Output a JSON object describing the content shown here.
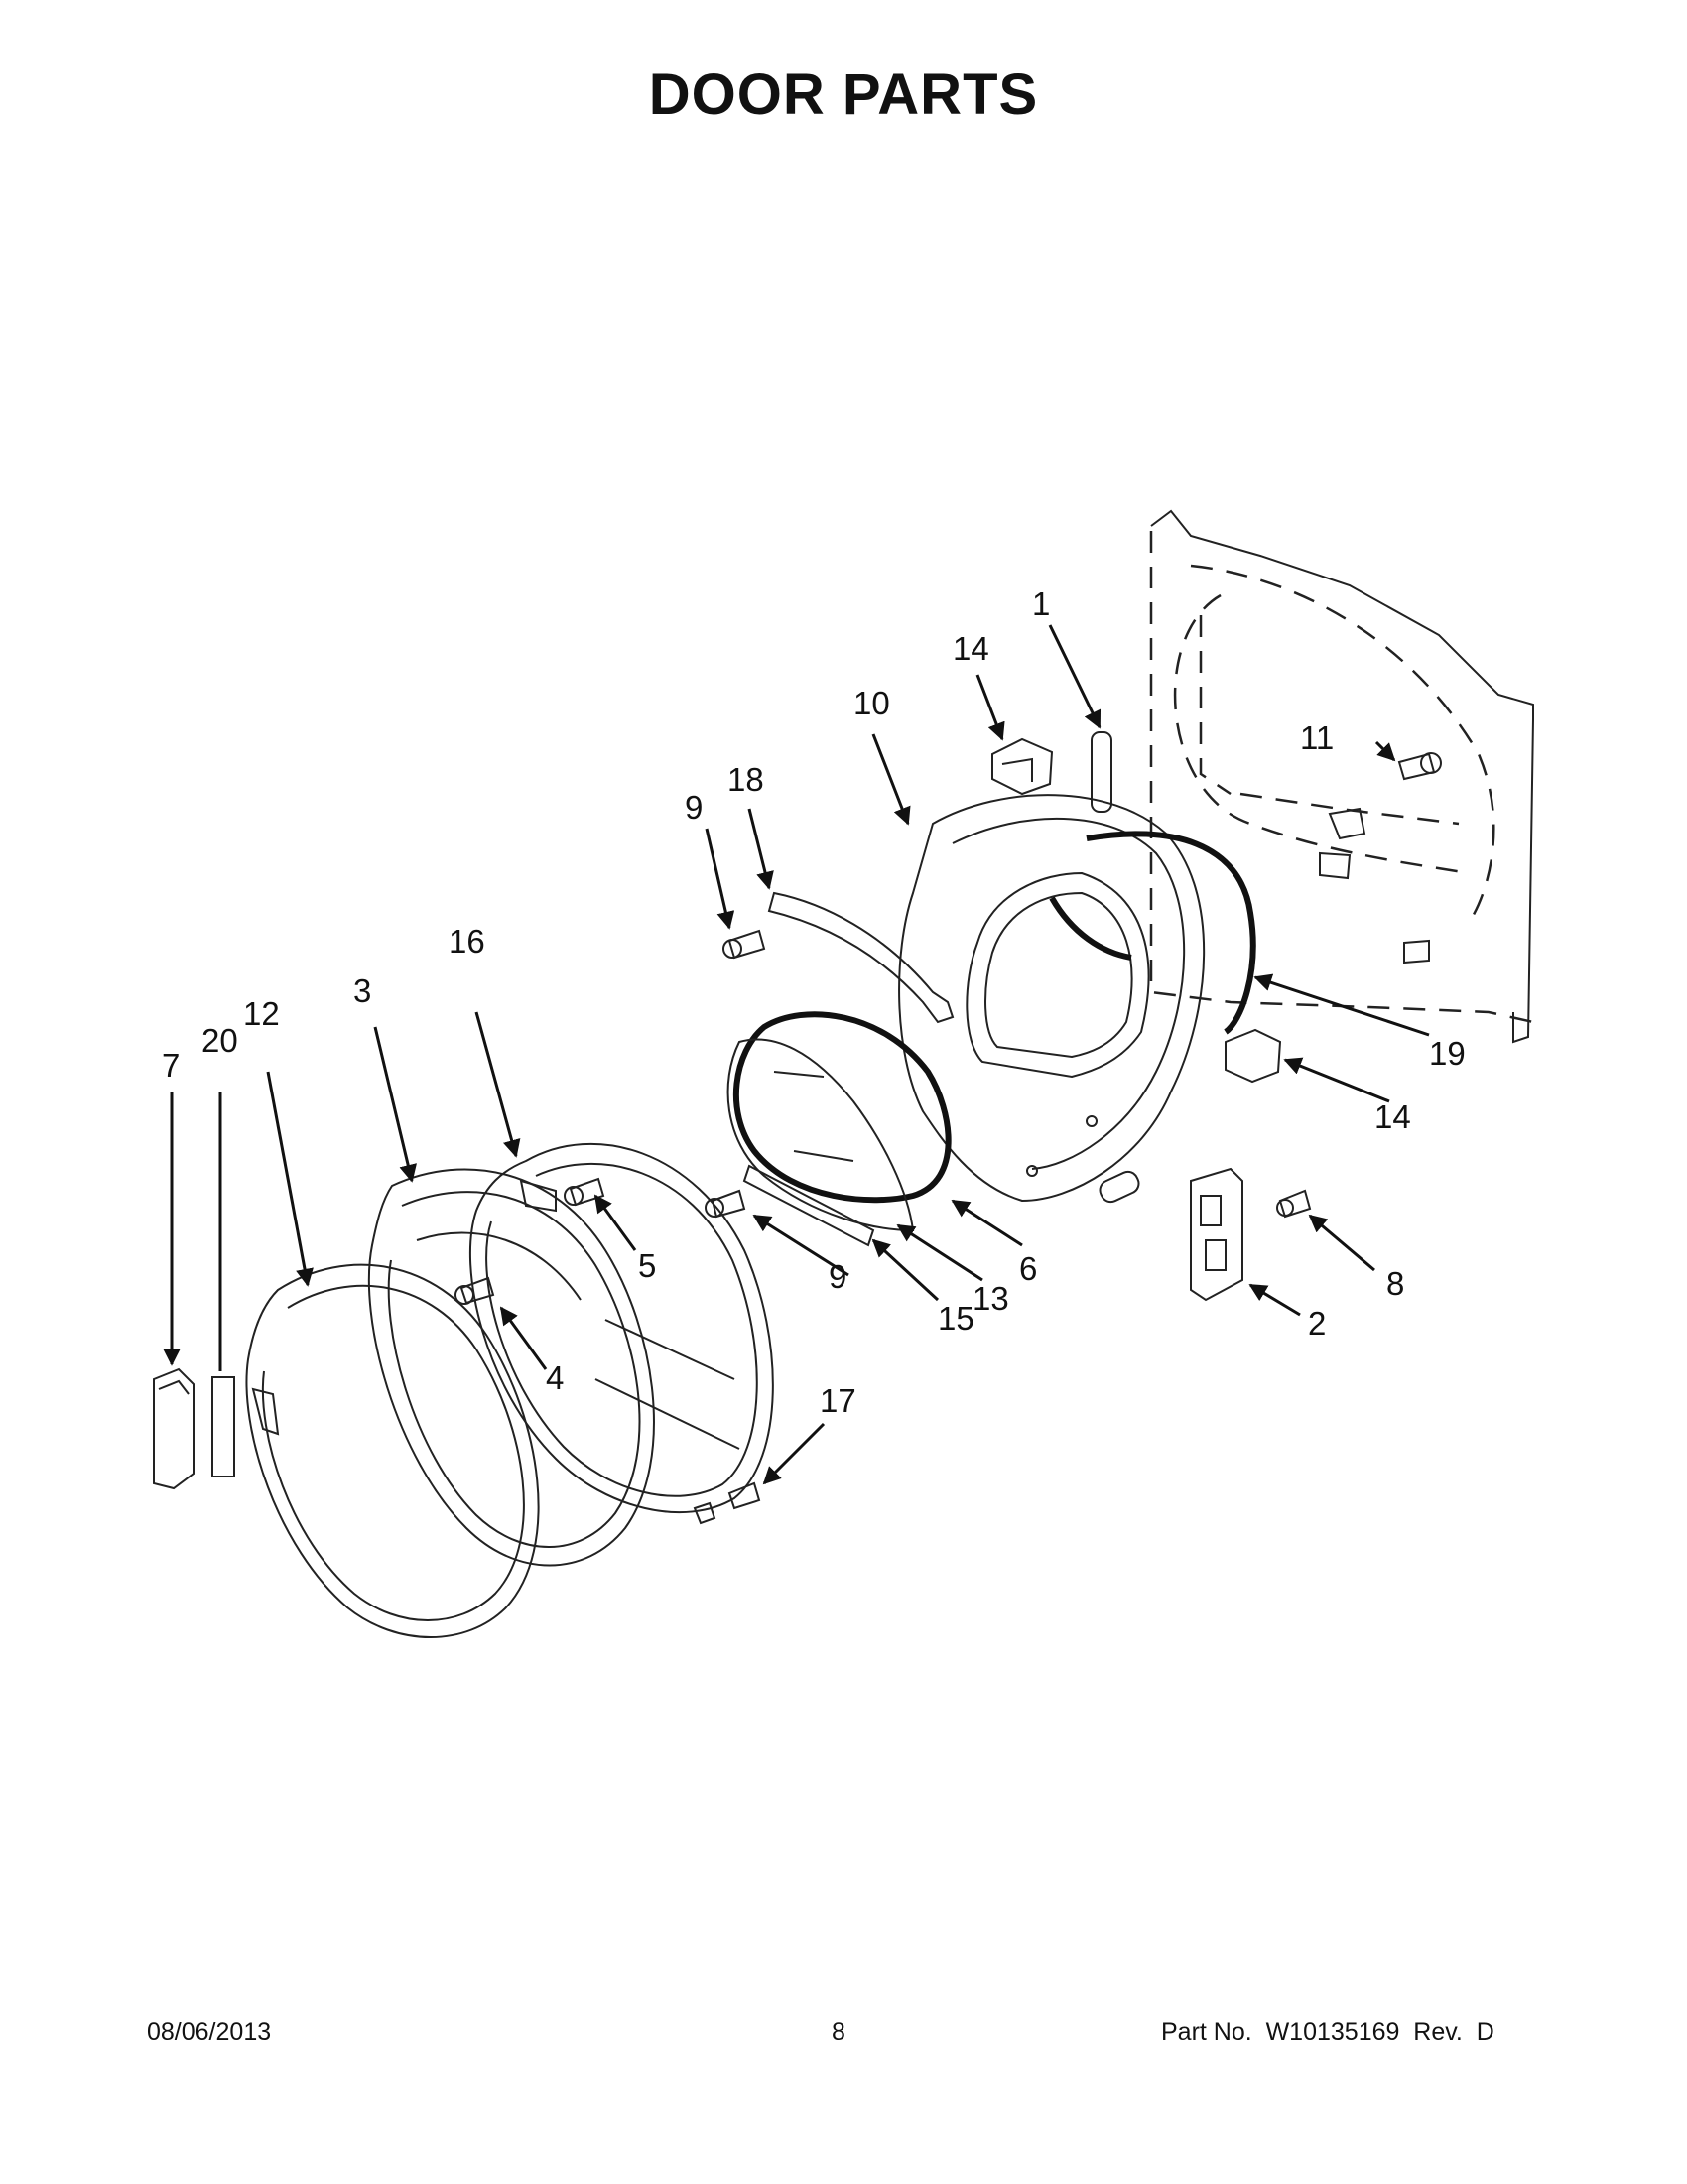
{
  "title": "DOOR PARTS",
  "callouts": [
    "1",
    "2",
    "3",
    "4",
    "5",
    "6",
    "7",
    "8",
    "9",
    "9",
    "10",
    "11",
    "12",
    "13",
    "14",
    "14",
    "15",
    "16",
    "17",
    "18",
    "19",
    "20"
  ],
  "footer": {
    "date": "08/06/2013",
    "page": "8",
    "part_no": "Part No.  W10135169  Rev.  D"
  }
}
